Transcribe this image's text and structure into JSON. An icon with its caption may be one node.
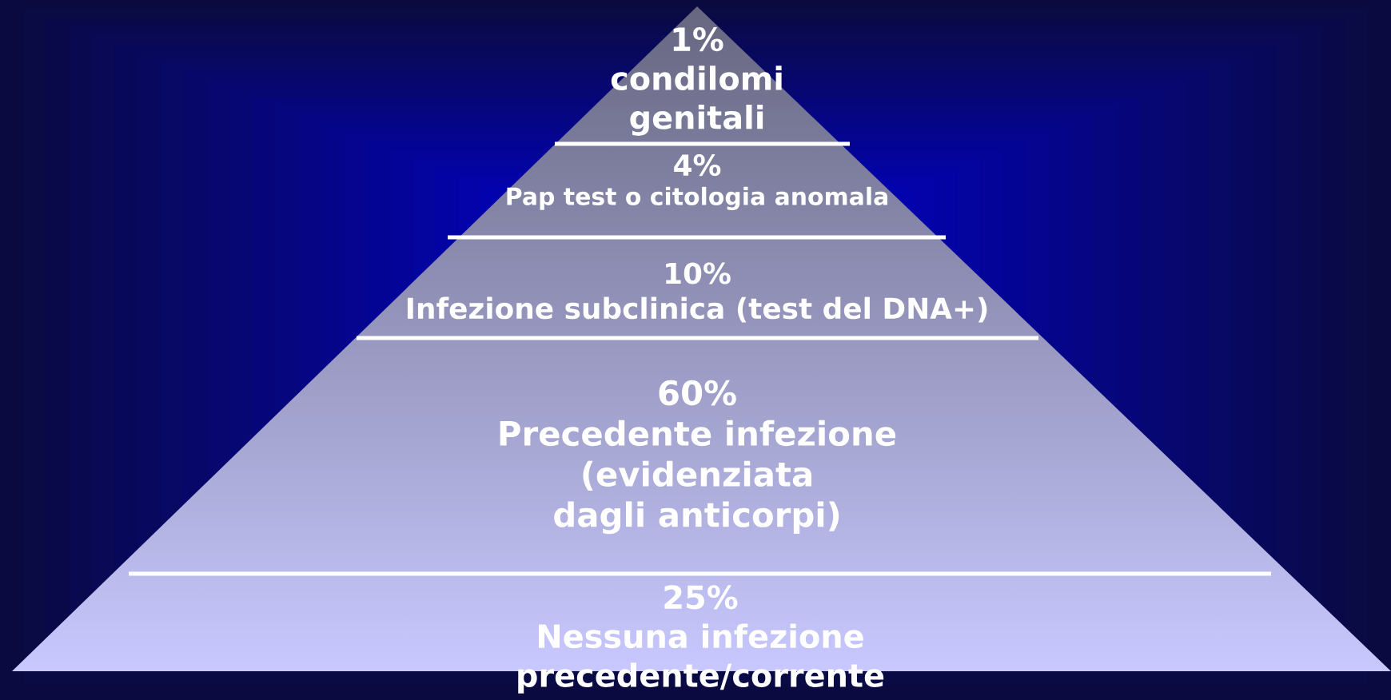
{
  "diagram": {
    "nodes": [
      {
        "text": [
          "1%",
          "condilomi genitali"
        ]
      },
      {
        "text": [
          "4%",
          "Pap test o citologia anomala"
        ]
      },
      {
        "text": [
          "10%",
          "Infezione subclinica (test del DNA+)"
        ]
      },
      {
        "text": [
          "60%",
          "Precedente infezione (evidenziata dagli anticorpi)"
        ]
      },
      {
        "text": [
          "25%",
          "Nessuna infezione precedente/corrente"
        ]
      }
    ]
  }
}
